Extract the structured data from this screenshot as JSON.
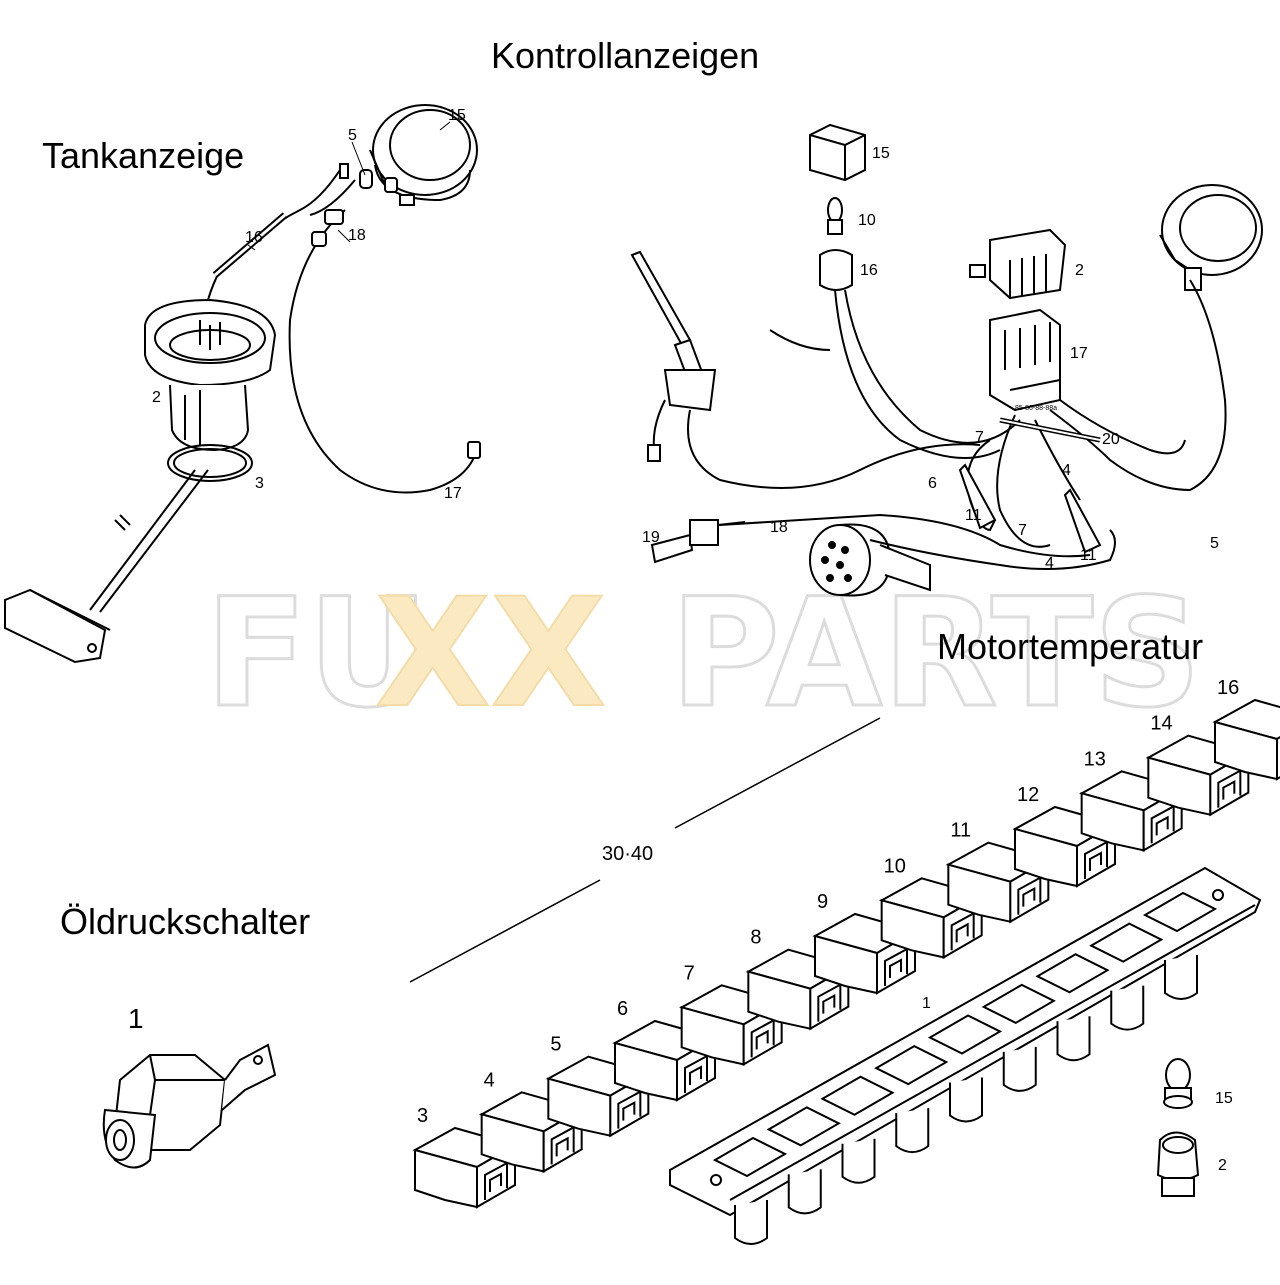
{
  "titles": {
    "main": "Kontrollanzeigen",
    "fuel_gauge": "Tankanzeige",
    "oil_pressure_switch": "Öldruckschalter",
    "engine_temperature": "Motortemperatur"
  },
  "watermark": {
    "part1": "FU",
    "part2": "XX",
    "part3": "PARTS",
    "color_grey": "#e6e6e6",
    "color_yellow": "#fbe9c2"
  },
  "labels": {
    "fuel": {
      "l5": "5",
      "l15": "15",
      "l16": "16",
      "l18": "18",
      "l2": "2",
      "l3": "3",
      "l17": "17"
    },
    "wiring": {
      "l15": "15",
      "l10": "10",
      "l16": "16",
      "l2": "2",
      "l17": "17",
      "l7a": "7",
      "l20": "20",
      "l6": "6",
      "l4a": "4",
      "l11a": "11",
      "l7b": "7",
      "l19": "19",
      "l18": "18",
      "l4b": "4",
      "l11b": "11",
      "l5": "5",
      "relay_code": "85-86-88-88a"
    },
    "strip": {
      "dimension": "30·40",
      "l1": "1",
      "l15": "15",
      "l2": "2",
      "units": [
        "3",
        "4",
        "5",
        "6",
        "7",
        "8",
        "9",
        "10",
        "11",
        "12",
        "13",
        "14",
        "16"
      ]
    },
    "oil": {
      "l1": "1"
    }
  }
}
